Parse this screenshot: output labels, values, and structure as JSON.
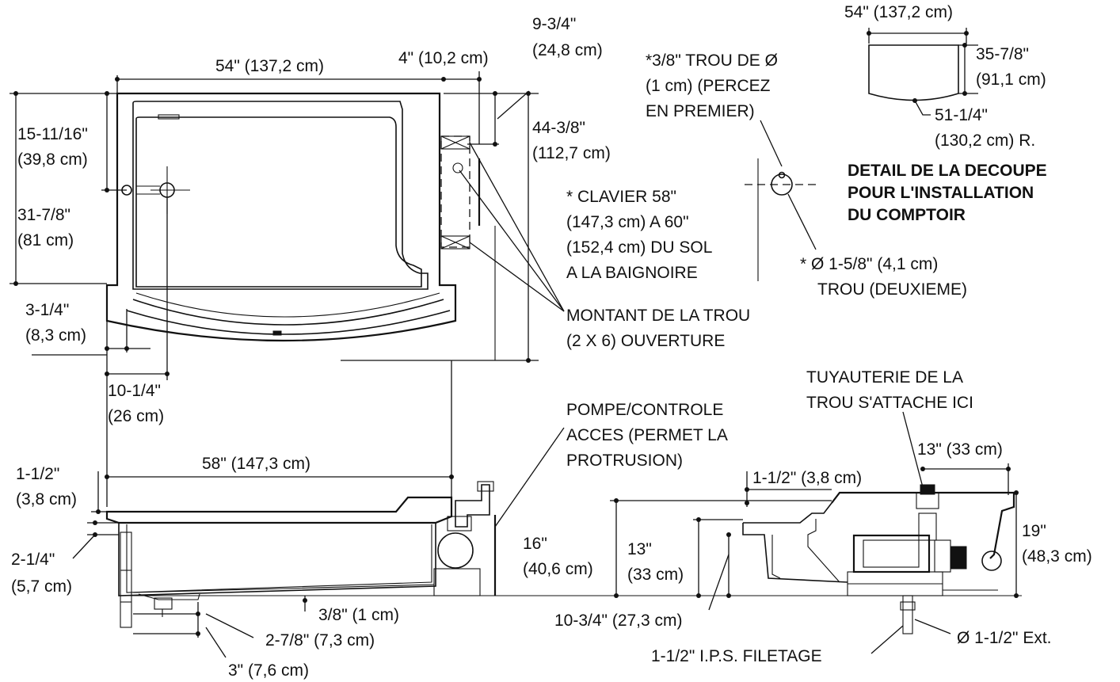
{
  "labels": {
    "top_width": "54\" (137,2 cm)",
    "pump_offset": "4\" (10,2 cm)",
    "stud_depth_in": "9-3/4\"",
    "stud_depth_cm": "(24,8 cm)",
    "overall_depth_in": "44-3/8\"",
    "overall_depth_cm": "(112,7 cm)",
    "left_upper_in": "15-11/16\"",
    "left_upper_cm": "(39,8 cm)",
    "left_lower_in": "31-7/8\"",
    "left_lower_cm": "(81 cm)",
    "rim_in": "3-1/4\"",
    "rim_cm": "(8,3 cm)",
    "drain_in": "10-1/4\"",
    "drain_cm": "(26 cm)",
    "hole1_l1": "*3/8\" TROU DE Ø",
    "hole1_l2": "(1 cm) (PERCEZ",
    "hole1_l3": "EN PREMIER)",
    "keypad_l1": "* CLAVIER 58\"",
    "keypad_l2": "(147,3 cm) A 60\"",
    "keypad_l3": "(152,4 cm) DU SOL",
    "keypad_l4": "A LA BAIGNOIRE",
    "hole2_l1": "* Ø 1-5/8\" (4,1 cm)",
    "hole2_l2": "TROU (DEUXIEME)",
    "stud_l1": "MONTANT DE LA TROU",
    "stud_l2": "(2 X 6) OUVERTURE",
    "cutout_width": "54\" (137,2 cm)",
    "cutout_depth_in": "35-7/8\"",
    "cutout_depth_cm": "(91,1 cm)",
    "cutout_radius_in": "51-1/4\"",
    "cutout_radius_cm": "(130,2 cm) R.",
    "detail_l1": "DETAIL DE LA DECOUPE",
    "detail_l2": "POUR L'INSTALLATION",
    "detail_l3": "DU COMPTOIR",
    "pump_l1": "POMPE/CONTROLE",
    "pump_l2": "ACCES (PERMET LA",
    "pump_l3": "PROTRUSION)",
    "bottom_width": "58\" (147,3 cm)",
    "ledge_in": "1-1/2\"",
    "ledge_cm": "(3,8 cm)",
    "apron_in": "2-1/4\"",
    "apron_cm": "(5,7 cm)",
    "drain_height": "3/8\" (1 cm)",
    "foot_1": "2-7/8\" (7,3 cm)",
    "foot_2": "3\" (7,6 cm)",
    "plumb_l1": "TUYAUTERIE DE LA",
    "plumb_l2": "TROU  S'ATTACHE ICI",
    "side_13": "13\" (33 cm)",
    "side_ledge": "1-1/2\" (3,8 cm)",
    "h16_in": "16\"",
    "h16_cm": "(40,6 cm)",
    "h13_in": "13\"",
    "h13_cm": "(33 cm)",
    "h19_in": "19\"",
    "h19_cm": "(48,3 cm)",
    "h1034": "10-3/4\" (27,3 cm)",
    "ext_dia": "Ø 1-1/2\" Ext.",
    "ips": "1-1/2\" I.P.S. FILETAGE"
  }
}
